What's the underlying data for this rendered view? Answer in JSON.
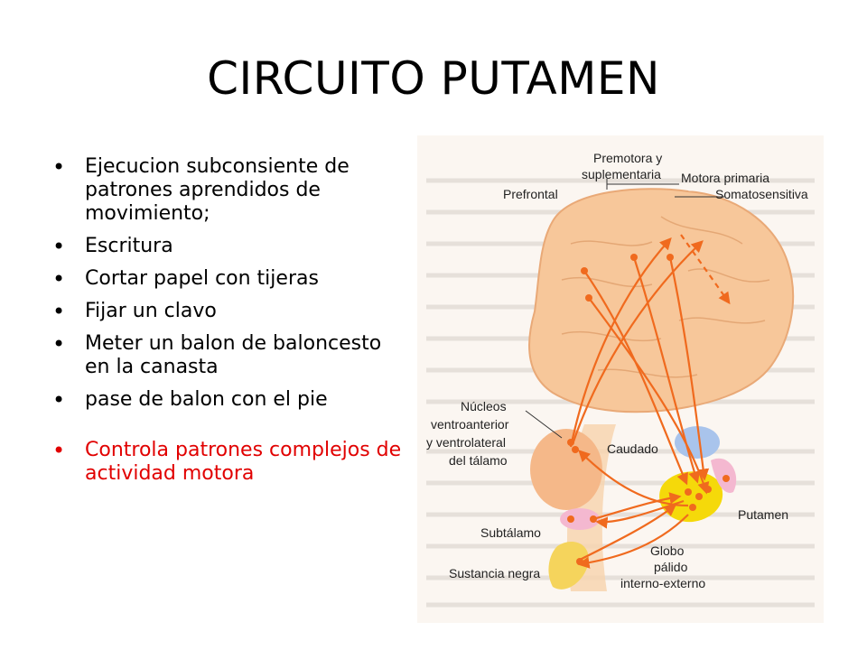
{
  "slide": {
    "title": "CIRCUITO PUTAMEN",
    "bullets": [
      "Ejecucion subconsiente de patrones aprendidos de movimiento;",
      "Escritura",
      "Cortar papel con tijeras",
      "Fijar un clavo",
      "Meter un balon de baloncesto en la canasta",
      "pase de balon con el pie"
    ],
    "highlight": "Controla patrones complejos de actividad motora",
    "highlight_color": "#e10000"
  },
  "figure": {
    "labels": {
      "premotora_1": "Premotora y",
      "premotora_2": "suplementaria",
      "motora": "Motora primaria",
      "somato": "Somatosensitiva",
      "prefrontal": "Prefrontal",
      "nucleos_1": "Núcleos",
      "nucleos_2": "ventroanterior",
      "nucleos_3": "y ventrolateral",
      "nucleos_4": "del tálamo",
      "caudado": "Caudado",
      "putamen": "Putamen",
      "subtalamo": "Subtálamo",
      "globo_1": "Globo",
      "globo_2": "pálido",
      "globo_3": "interno-externo",
      "sustancia": "Sustancia negra"
    },
    "colors": {
      "arrow": "#f06a1e",
      "brain": "#f7c79a",
      "caudate": "#a9c4ec",
      "putamen": "#f5d90a",
      "pink": "#f4b8d0"
    }
  }
}
